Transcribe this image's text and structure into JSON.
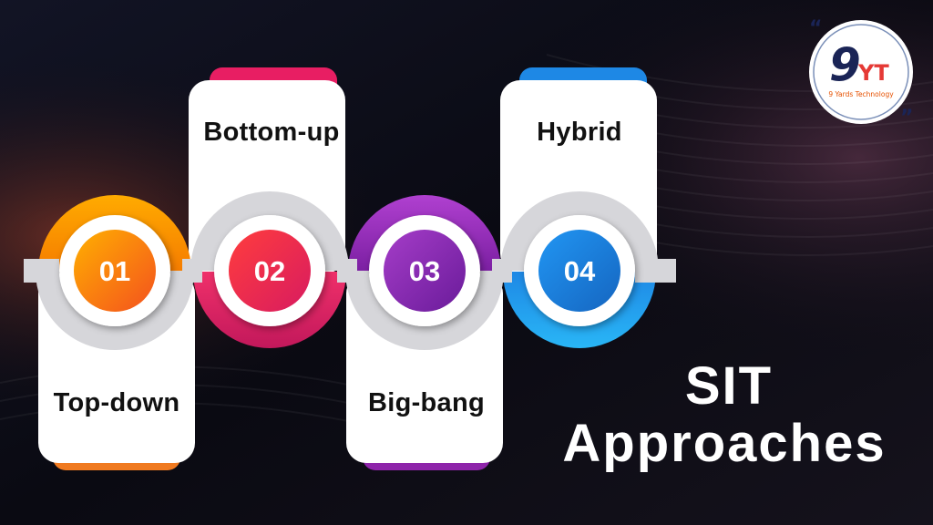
{
  "colors": {
    "background": "#0b0b14",
    "step1": "#f07a20",
    "step2": "#e81e63",
    "step3": "#8e24aa",
    "step4": "#1e88e5"
  },
  "steps": [
    {
      "number": "01",
      "label": "Top-down"
    },
    {
      "number": "02",
      "label": "Bottom-up"
    },
    {
      "number": "03",
      "label": "Big-bang"
    },
    {
      "number": "04",
      "label": "Hybrid"
    }
  ],
  "title": {
    "line1": "SIT",
    "line2": "Approaches"
  },
  "logo": {
    "mark": "YT",
    "text": "9 Yards Technology",
    "icon": "nine-yards-logo-icon"
  }
}
